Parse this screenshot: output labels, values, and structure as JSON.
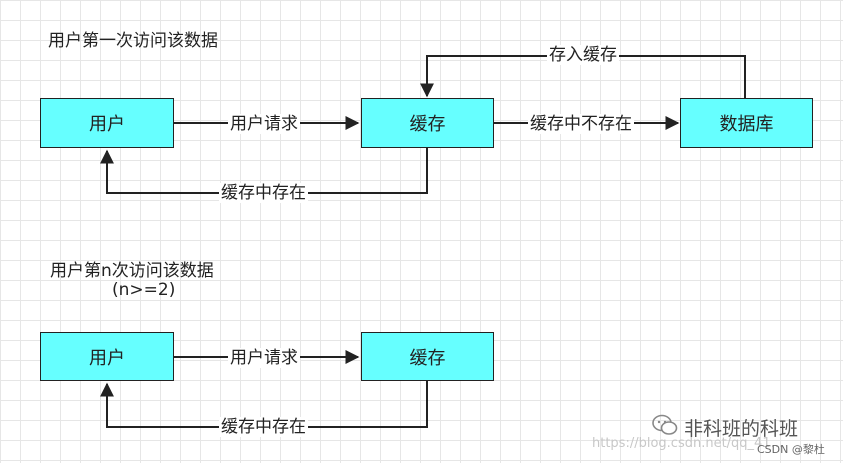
{
  "section1": {
    "title": "用户第一次访问该数据"
  },
  "section2": {
    "title": "用户第n次访问该数据",
    "subtitle": "(n>=2)"
  },
  "nodes": {
    "user1": "用户",
    "cache1": "缓存",
    "db": "数据库",
    "user2": "用户",
    "cache2": "缓存"
  },
  "edges": {
    "user_request_1": "用户请求",
    "cache_miss": "缓存中不存在",
    "store_cache": "存入缓存",
    "cache_hit_1": "缓存中存在",
    "user_request_2": "用户请求",
    "cache_hit_2": "缓存中存在"
  },
  "watermark": {
    "brand": "非科班的科班",
    "url": "https://blog.csdn.net/qq_41...",
    "credit": "CSDN @黎杜"
  },
  "colors": {
    "node_fill": "#66ffff",
    "line": "#222222"
  }
}
